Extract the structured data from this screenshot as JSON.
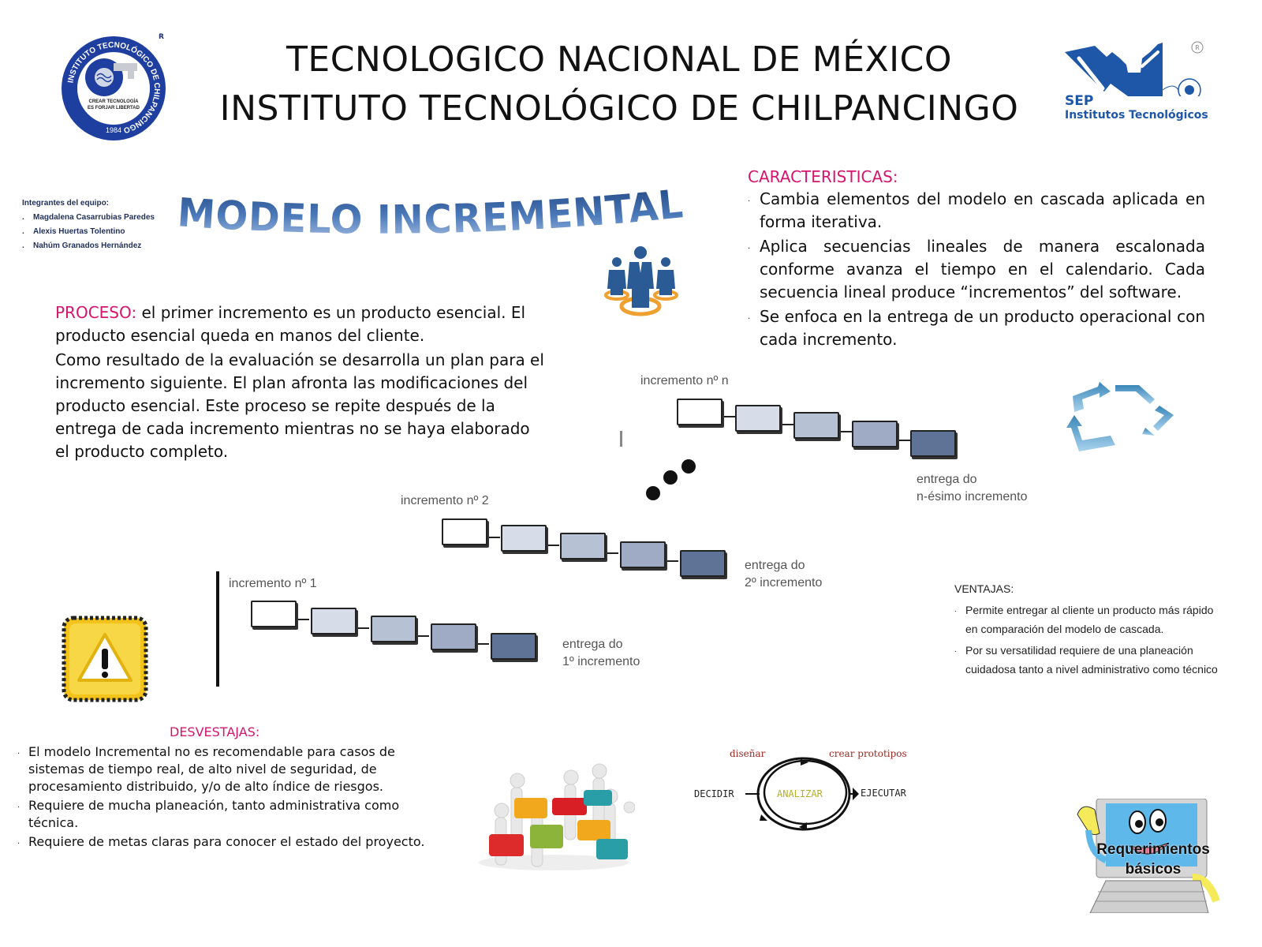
{
  "header": {
    "line1": "TECNOLOGICO NACIONAL DE MÉXICO",
    "line2": "INSTITUTO TECNOLÓGICO DE CHILPANCINGO"
  },
  "logos": {
    "left": {
      "ring_text": "INSTITUTO TECNOLÓGICO DE CHILPANCINGO",
      "motto_line1": "CREAR TECNOLOGÍA",
      "motto_line2": "ES FORJAR LIBERTAD",
      "year": "1984",
      "registered": "R",
      "color": "#1f3fa0"
    },
    "right": {
      "sep": "SEP",
      "subtitle": "Institutos Tecnológicos",
      "registered": "®",
      "color": "#1e56a8"
    }
  },
  "team": {
    "title": "Integrantes del equipo:",
    "bullet": ".",
    "members": [
      "Magdalena Casarrubias Paredes",
      "Alexis Huertas  Tolentino",
      "Nahúm Granados Hernández"
    ]
  },
  "title": "MODELO INCREMENTAL",
  "proceso": {
    "label": "PROCESO:",
    "text1": " el primer incremento  es un producto esencial. El producto esencial queda en manos del cliente.",
    "text2": "Como resultado de la evaluación se desarrolla un plan para el incremento siguiente. El plan afronta las modificaciones del producto esencial. Este proceso se repite después de la entrega de cada incremento mientras no se haya elaborado el producto completo."
  },
  "caracteristicas": {
    "title": "CARACTERISTICAS:",
    "bullet": ".",
    "items": [
      "Cambia elementos del modelo en cascada aplicada en forma iterativa.",
      "Aplica secuencias lineales  de manera escalonada conforme avanza el tiempo en el calendario. Cada secuencia lineal produce “incrementos” del software.",
      "Se enfoca en la entrega de un producto operacional con cada incremento."
    ]
  },
  "diagram": {
    "increments": [
      {
        "label": "incremento nº n",
        "delivery_line1": "entrega do",
        "delivery_line2": "n-ésimo incremento"
      },
      {
        "label": "incremento nº 2",
        "delivery_line1": "entrega do",
        "delivery_line2": "2º incremento"
      },
      {
        "label": "incremento nº 1",
        "delivery_line1": "entrega do",
        "delivery_line2": "1º incremento"
      }
    ],
    "box_colors": [
      "#ffffff",
      "#d6dce8",
      "#b7c1d4",
      "#9fabc4",
      "#5f7396"
    ]
  },
  "ventajas": {
    "title": "VENTAJAS:",
    "bullet": ".",
    "items": [
      "Permite entregar al cliente un producto más rápido en comparación del modelo de cascada.",
      "Por su versatilidad requiere de una planeación cuidadosa tanto a nivel administrativo como técnico"
    ]
  },
  "desventajas": {
    "title": "DESVESTAJAS:",
    "bullet": ".",
    "items": [
      "El modelo Incremental no es recomendable para casos de sistemas de tiempo real, de alto nivel de seguridad, de procesamiento distribuido, y/o de alto índice de riesgos.",
      "Requiere de mucha planeación, tanto administrativa como técnica.",
      "Requiere de metas claras para conocer el estado del proyecto."
    ]
  },
  "cycle_diagram": {
    "top_left": "diseñar",
    "top_right": "crear prototipos",
    "left": "DECIDIR",
    "center": "ANALIZAR",
    "right": "EJECUTAR"
  },
  "computer": {
    "label_line1": "Requerimientos",
    "label_line2": "básicos"
  },
  "colors": {
    "accent_pink": "#d4146d",
    "title_blue": "#2a5a9e",
    "team_text": "#1f2f5a"
  }
}
